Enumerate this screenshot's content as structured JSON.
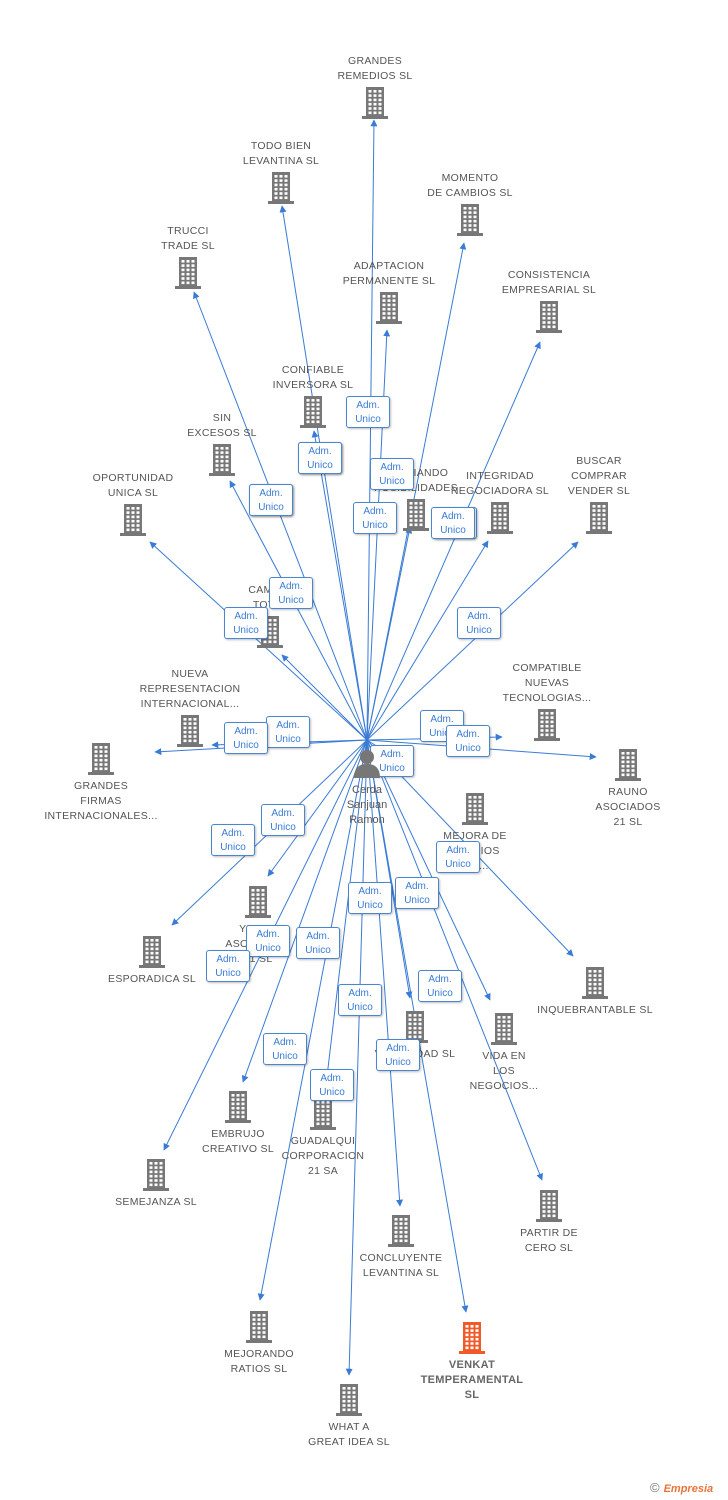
{
  "center": {
    "name": "Cerda\nSanjuan\nRamon",
    "icon": "person-icon"
  },
  "badge": {
    "line1": "Adm.",
    "line2": "Unico"
  },
  "colors": {
    "edge": "#3a7bd5",
    "building": "#777777",
    "highlight": "#f05a28"
  },
  "companies": [
    {
      "id": "grandes-remedios",
      "label": "GRANDES\nREMEDIOS SL"
    },
    {
      "id": "todo-bien-levantina",
      "label": "TODO BIEN\nLEVANTINA SL"
    },
    {
      "id": "momento-de-cambios",
      "label": "MOMENTO\nDE CAMBIOS SL"
    },
    {
      "id": "trucci-trade",
      "label": "TRUCCI\nTRADE SL"
    },
    {
      "id": "adaptacion-permanente",
      "label": "ADAPTACION\nPERMANENTE SL"
    },
    {
      "id": "consistencia-empresarial",
      "label": "CONSISTENCIA\nEMPRESARIAL SL"
    },
    {
      "id": "confiable-inversora",
      "label": "CONFIABLE\nINVERSORA SL"
    },
    {
      "id": "sin-excesos",
      "label": "SIN\nEXCESOS SL"
    },
    {
      "id": "ampliando-posibilidades",
      "label": "AMPLIANDO\nPOSIBILIDADES"
    },
    {
      "id": "oportunidad-unica",
      "label": "OPORTUNIDAD\nUNICA SL"
    },
    {
      "id": "integridad-negociadora",
      "label": "INTEGRIDAD\nNEGOCIADORA SL"
    },
    {
      "id": "buscar-comprar-vender",
      "label": "BUSCAR\nCOMPRAR\nVENDER SL"
    },
    {
      "id": "cambio-total",
      "label": "CAMBIO\nTOTAL"
    },
    {
      "id": "compatible-nuevas",
      "label": "COMPATIBLE\nNUEVAS\nTECNOLOGIAS..."
    },
    {
      "id": "nueva-representacion",
      "label": "NUEVA\nREPRESENTACION\nINTERNACIONAL..."
    },
    {
      "id": "grandes-firmas",
      "label": "GRANDES\nFIRMAS\nINTERNACIONALES..."
    },
    {
      "id": "rauno-asociados",
      "label": "RAUNO\nASOCIADOS\n21 SL"
    },
    {
      "id": "mejora-de-precios",
      "label": "MEJORA DE\nPRECIOS\nFIN..."
    },
    {
      "id": "esporadica",
      "label": "ESPORADICA SL"
    },
    {
      "id": "yedra-asociados",
      "label": "YEDRA\nASOCIADOS\n21 SL"
    },
    {
      "id": "inquebrantable",
      "label": "INQUEBRANTABLE SL"
    },
    {
      "id": "veracidad",
      "label": "VERACIDAD SL"
    },
    {
      "id": "vida-en-los-negocios",
      "label": "VIDA EN\nLOS\nNEGOCIOS..."
    },
    {
      "id": "embrujo-creativo",
      "label": "EMBRUJO\nCREATIVO SL"
    },
    {
      "id": "guadalqui-corporacion",
      "label": "GUADALQUI\nCORPORACION\n21 SA"
    },
    {
      "id": "semejanza",
      "label": "SEMEJANZA SL"
    },
    {
      "id": "partir-de-cero",
      "label": "PARTIR DE\nCERO SL"
    },
    {
      "id": "concluyente-levantina",
      "label": "CONCLUYENTE\nLEVANTINA SL"
    },
    {
      "id": "mejorando-ratios",
      "label": "MEJORANDO\nRATIOS SL"
    },
    {
      "id": "venkat-temperamental",
      "label": "VENKAT\nTEMPERAMENTAL\nSL",
      "highlight": true
    },
    {
      "id": "what-a-great-idea",
      "label": "WHAT A\nGREAT IDEA SL"
    }
  ],
  "footer": {
    "copyright": "©",
    "brand": "Empresia"
  }
}
